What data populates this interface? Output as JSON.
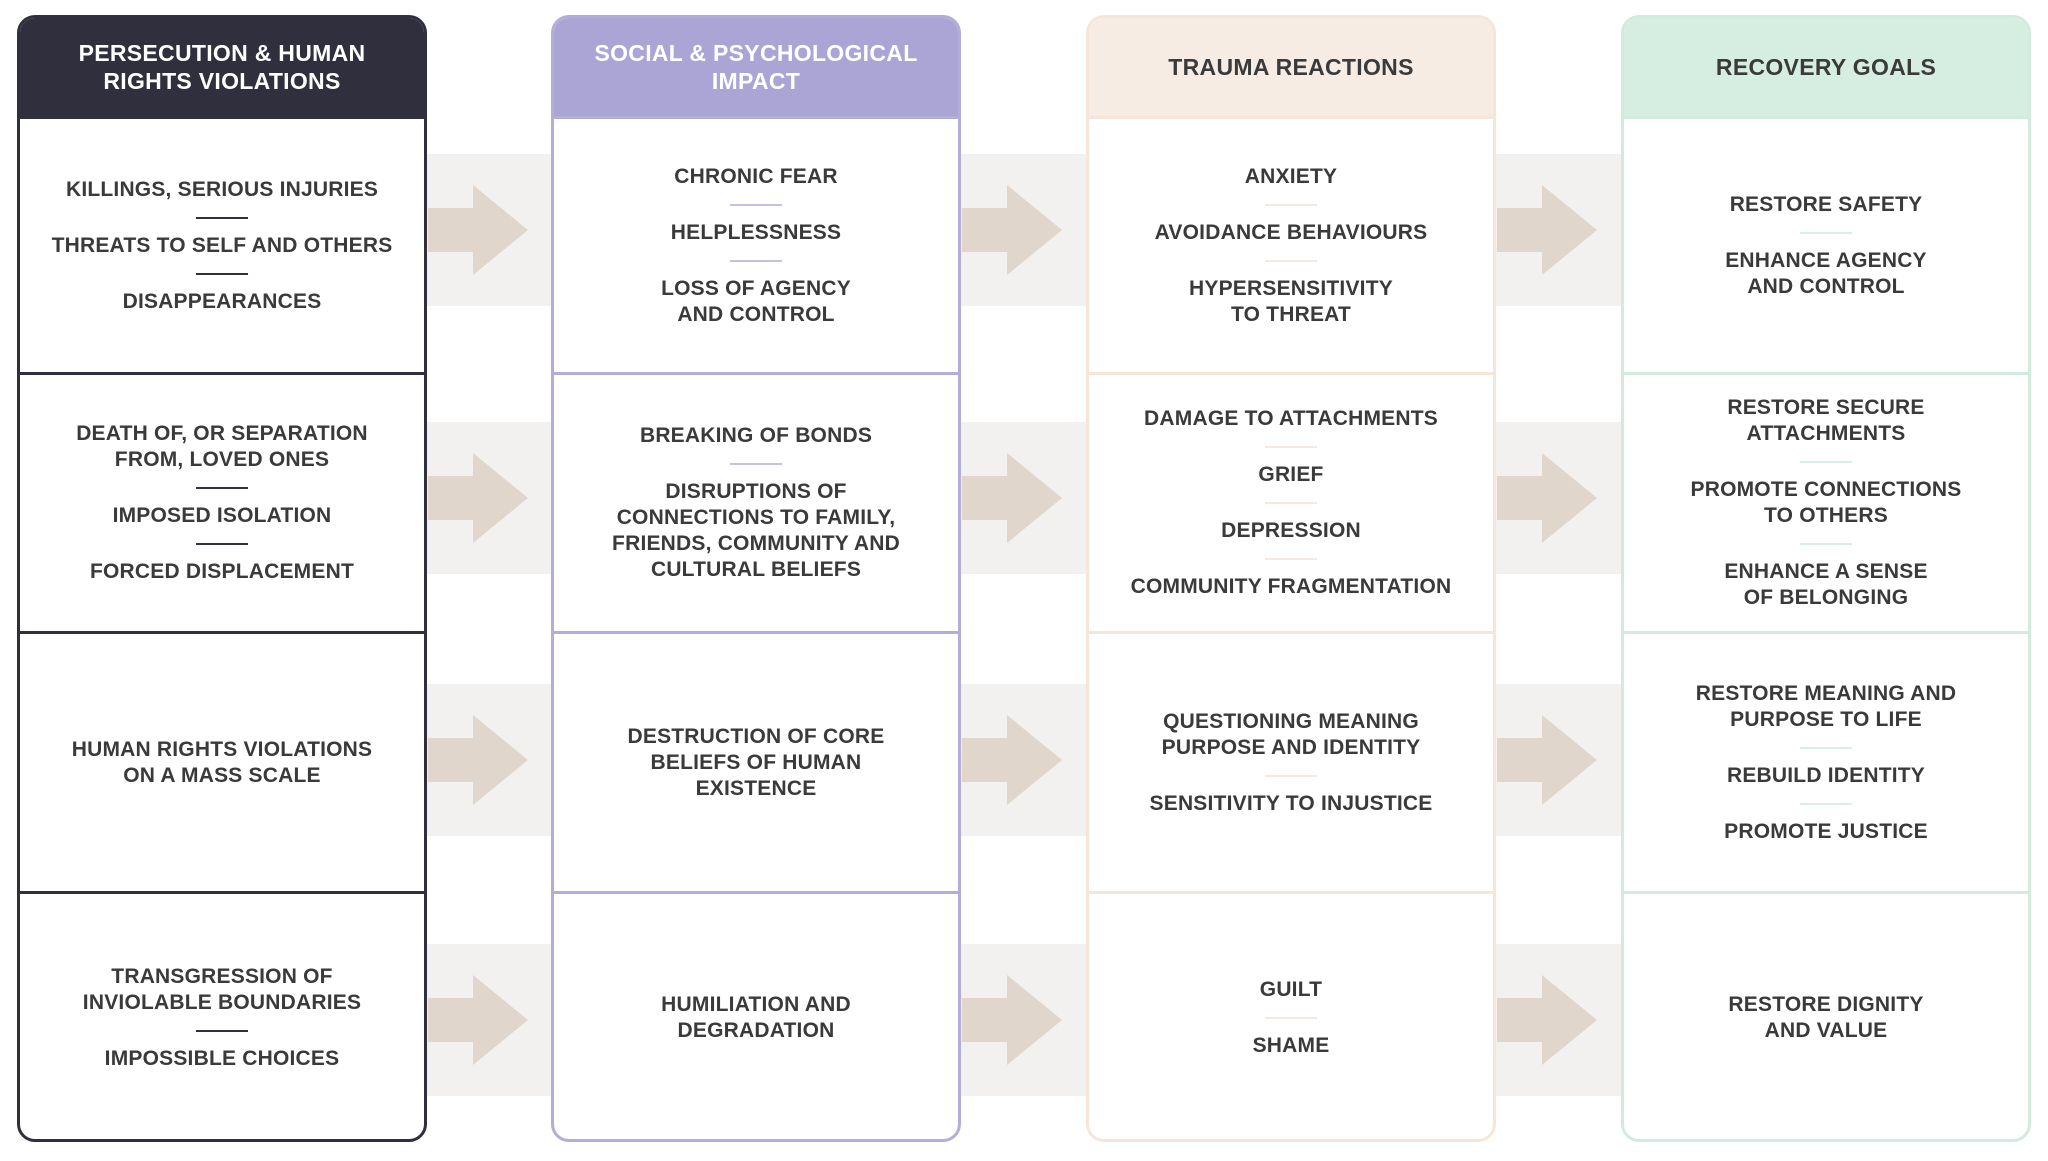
{
  "columns": [
    {
      "title": "PERSECUTION & HUMAN\nRIGHTS VIOLATIONS",
      "colors": {
        "header_bg": "#302f3e",
        "header_text": "#ffffff",
        "border": "#302f3e",
        "separator": "#302f3e"
      },
      "rows": [
        [
          "KILLINGS, SERIOUS INJURIES",
          "THREATS TO SELF AND OTHERS",
          "DISAPPEARANCES"
        ],
        [
          "DEATH OF, OR SEPARATION\nFROM, LOVED ONES",
          "IMPOSED ISOLATION",
          "FORCED DISPLACEMENT"
        ],
        [
          "HUMAN RIGHTS VIOLATIONS\nON A MASS SCALE"
        ],
        [
          "TRANSGRESSION OF\nINVIOLABLE BOUNDARIES",
          "IMPOSSIBLE CHOICES"
        ]
      ]
    },
    {
      "title": "SOCIAL & PSYCHOLOGICAL\nIMPACT",
      "colors": {
        "header_bg": "#aaa5d4",
        "header_text": "#ffffff",
        "border": "#b3aed9",
        "separator": "#c5c1e4"
      },
      "rows": [
        [
          "CHRONIC FEAR",
          "HELPLESSNESS",
          "LOSS OF AGENCY\nAND CONTROL"
        ],
        [
          "BREAKING OF BONDS",
          "DISRUPTIONS OF\nCONNECTIONS TO FAMILY,\nFRIENDS, COMMUNITY AND\nCULTURAL BELIEFS"
        ],
        [
          "DESTRUCTION OF CORE\nBELIEFS OF HUMAN\nEXISTENCE"
        ],
        [
          "HUMILIATION AND\nDEGRADATION"
        ]
      ]
    },
    {
      "title": "TRAUMA REACTIONS",
      "colors": {
        "header_bg": "#f7ece3",
        "header_text": "#3a3a3a",
        "border": "#f6e6da",
        "separator": "#f3e9e1"
      },
      "rows": [
        [
          "ANXIETY",
          "AVOIDANCE BEHAVIOURS",
          "HYPERSENSITIVITY\nTO THREAT"
        ],
        [
          "DAMAGE TO ATTACHMENTS",
          "GRIEF",
          "DEPRESSION",
          "COMMUNITY FRAGMENTATION"
        ],
        [
          "QUESTIONING MEANING\nPURPOSE AND IDENTITY",
          "SENSITIVITY TO INJUSTICE"
        ],
        [
          "GUILT",
          "SHAME"
        ]
      ]
    },
    {
      "title": "RECOVERY GOALS",
      "colors": {
        "header_bg": "#d6ede2",
        "header_text": "#3a3a3a",
        "border": "#d2ebde",
        "separator": "#d9efe4"
      },
      "rows": [
        [
          "RESTORE SAFETY",
          "ENHANCE AGENCY\nAND CONTROL"
        ],
        [
          "RESTORE SECURE\nATTACHMENTS",
          "PROMOTE CONNECTIONS\nTO OTHERS",
          "ENHANCE A SENSE\nOF BELONGING"
        ],
        [
          "RESTORE MEANING AND\nPURPOSE TO LIFE",
          "REBUILD IDENTITY",
          "PROMOTE JUSTICE"
        ],
        [
          "RESTORE DIGNITY\nAND VALUE"
        ]
      ]
    }
  ],
  "connector_colors": {
    "arrow": "#e0d6cc",
    "band": "#f2f1ef"
  }
}
